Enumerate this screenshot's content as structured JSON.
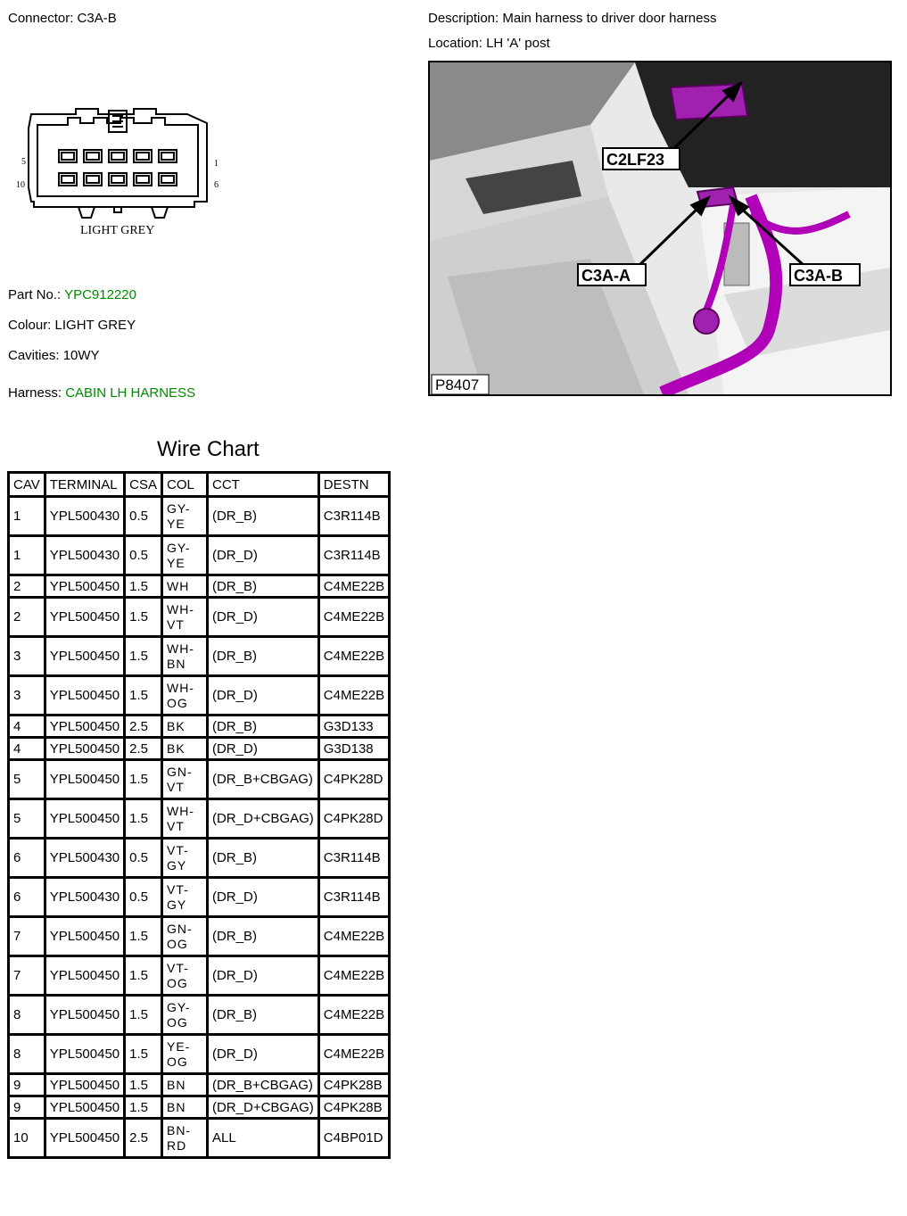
{
  "connector": {
    "label": "Connector:",
    "value": "C3A-B"
  },
  "description": {
    "label": "Description:",
    "value": "Main harness to driver door harness"
  },
  "location": {
    "label": "Location:",
    "value": "LH 'A' post"
  },
  "connector_drawing": {
    "pin_labels": {
      "top_left": "5",
      "bottom_left": "10",
      "top_right": "1",
      "bottom_right": "6"
    },
    "caption": "LIGHT GREY"
  },
  "photo": {
    "callouts": [
      "C2LF23",
      "C3A-A",
      "C3A-B"
    ],
    "ref": "P8407",
    "highlight_color": "#b000b8"
  },
  "part": {
    "label": "Part No.:",
    "value": "YPC912220"
  },
  "colour": {
    "label": "Colour:",
    "value": "LIGHT GREY"
  },
  "cavities": {
    "label": "Cavities:",
    "value": "10WY"
  },
  "harness": {
    "label": "Harness:",
    "value": "CABIN LH HARNESS"
  },
  "accent_color": "#008a00",
  "wire_chart": {
    "title": "Wire Chart",
    "headers": [
      "CAV",
      "TERMINAL",
      "CSA",
      "COL",
      "CCT",
      "DESTN"
    ],
    "rows": [
      [
        "1",
        "YPL500430",
        "0.5",
        "GY-YE",
        "(DR_B)",
        "C3R114B"
      ],
      [
        "1",
        "YPL500430",
        "0.5",
        "GY-YE",
        "(DR_D)",
        "C3R114B"
      ],
      [
        "2",
        "YPL500450",
        "1.5",
        "WH",
        "(DR_B)",
        "C4ME22B"
      ],
      [
        "2",
        "YPL500450",
        "1.5",
        "WH-VT",
        "(DR_D)",
        "C4ME22B"
      ],
      [
        "3",
        "YPL500450",
        "1.5",
        "WH-BN",
        "(DR_B)",
        "C4ME22B"
      ],
      [
        "3",
        "YPL500450",
        "1.5",
        "WH-OG",
        "(DR_D)",
        "C4ME22B"
      ],
      [
        "4",
        "YPL500450",
        "2.5",
        "BK",
        "(DR_B)",
        "G3D133"
      ],
      [
        "4",
        "YPL500450",
        "2.5",
        "BK",
        "(DR_D)",
        "G3D138"
      ],
      [
        "5",
        "YPL500450",
        "1.5",
        "GN-VT",
        "(DR_B+CBGAG)",
        "C4PK28D"
      ],
      [
        "5",
        "YPL500450",
        "1.5",
        "WH-VT",
        "(DR_D+CBGAG)",
        "C4PK28D"
      ],
      [
        "6",
        "YPL500430",
        "0.5",
        "VT-GY",
        "(DR_B)",
        "C3R114B"
      ],
      [
        "6",
        "YPL500430",
        "0.5",
        "VT-GY",
        "(DR_D)",
        "C3R114B"
      ],
      [
        "7",
        "YPL500450",
        "1.5",
        "GN-OG",
        "(DR_B)",
        "C4ME22B"
      ],
      [
        "7",
        "YPL500450",
        "1.5",
        "VT-OG",
        "(DR_D)",
        "C4ME22B"
      ],
      [
        "8",
        "YPL500450",
        "1.5",
        "GY-OG",
        "(DR_B)",
        "C4ME22B"
      ],
      [
        "8",
        "YPL500450",
        "1.5",
        "YE-OG",
        "(DR_D)",
        "C4ME22B"
      ],
      [
        "9",
        "YPL500450",
        "1.5",
        "BN",
        "(DR_B+CBGAG)",
        "C4PK28B"
      ],
      [
        "9",
        "YPL500450",
        "1.5",
        "BN",
        "(DR_D+CBGAG)",
        "C4PK28B"
      ],
      [
        "10",
        "YPL500450",
        "2.5",
        "BN-RD",
        "ALL",
        "C4BP01D"
      ]
    ]
  }
}
